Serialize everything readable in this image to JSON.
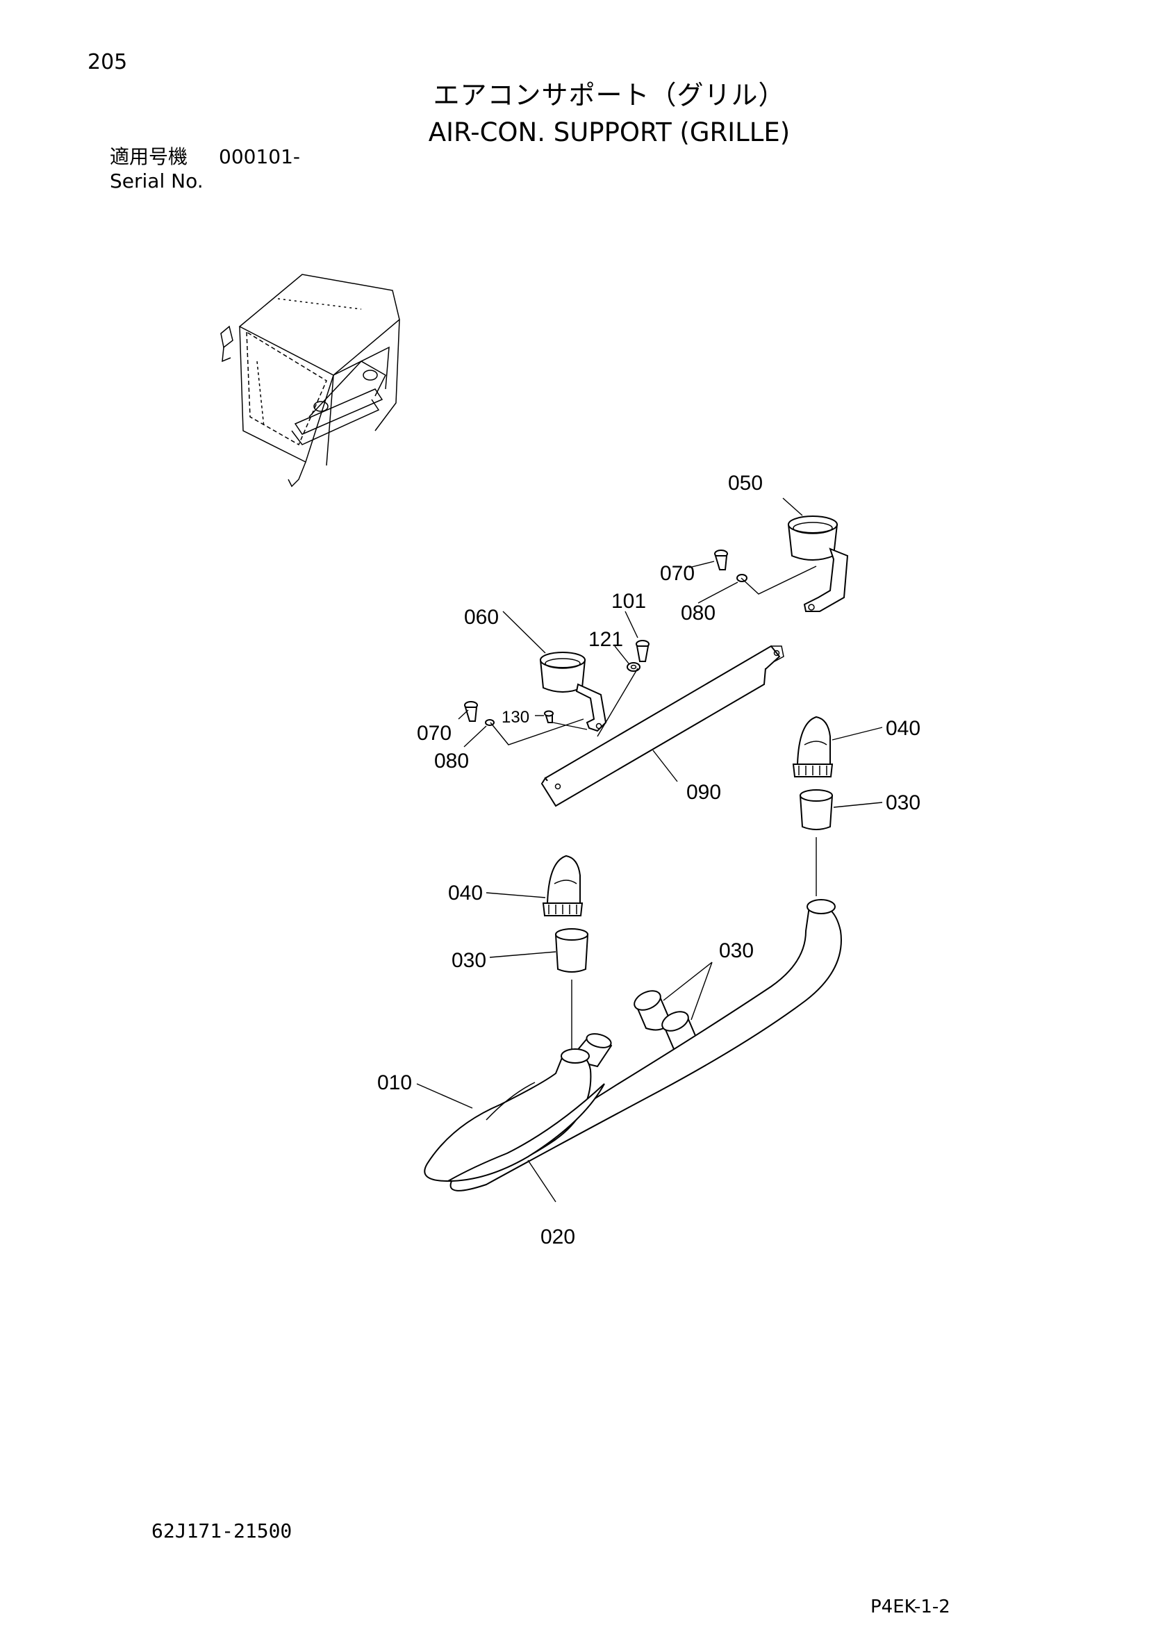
{
  "page_number": "205",
  "title_jp": "エアコンサポート（グリル）",
  "title_en": "AIR-CON. SUPPORT (GRILLE)",
  "serial": {
    "label_jp": "適用号機",
    "value": "000101-",
    "label_en": "Serial No."
  },
  "callouts": {
    "c010": "010",
    "c020": "020",
    "c030a": "030",
    "c030b": "030",
    "c030c": "030",
    "c040a": "040",
    "c040b": "040",
    "c050": "050",
    "c060": "060",
    "c070a": "070",
    "c070b": "070",
    "c080a": "080",
    "c080b": "080",
    "c090": "090",
    "c101": "101",
    "c121": "121",
    "c130": "130"
  },
  "doc_code": "62J171-21500",
  "page_code": "P4EK-1-2"
}
